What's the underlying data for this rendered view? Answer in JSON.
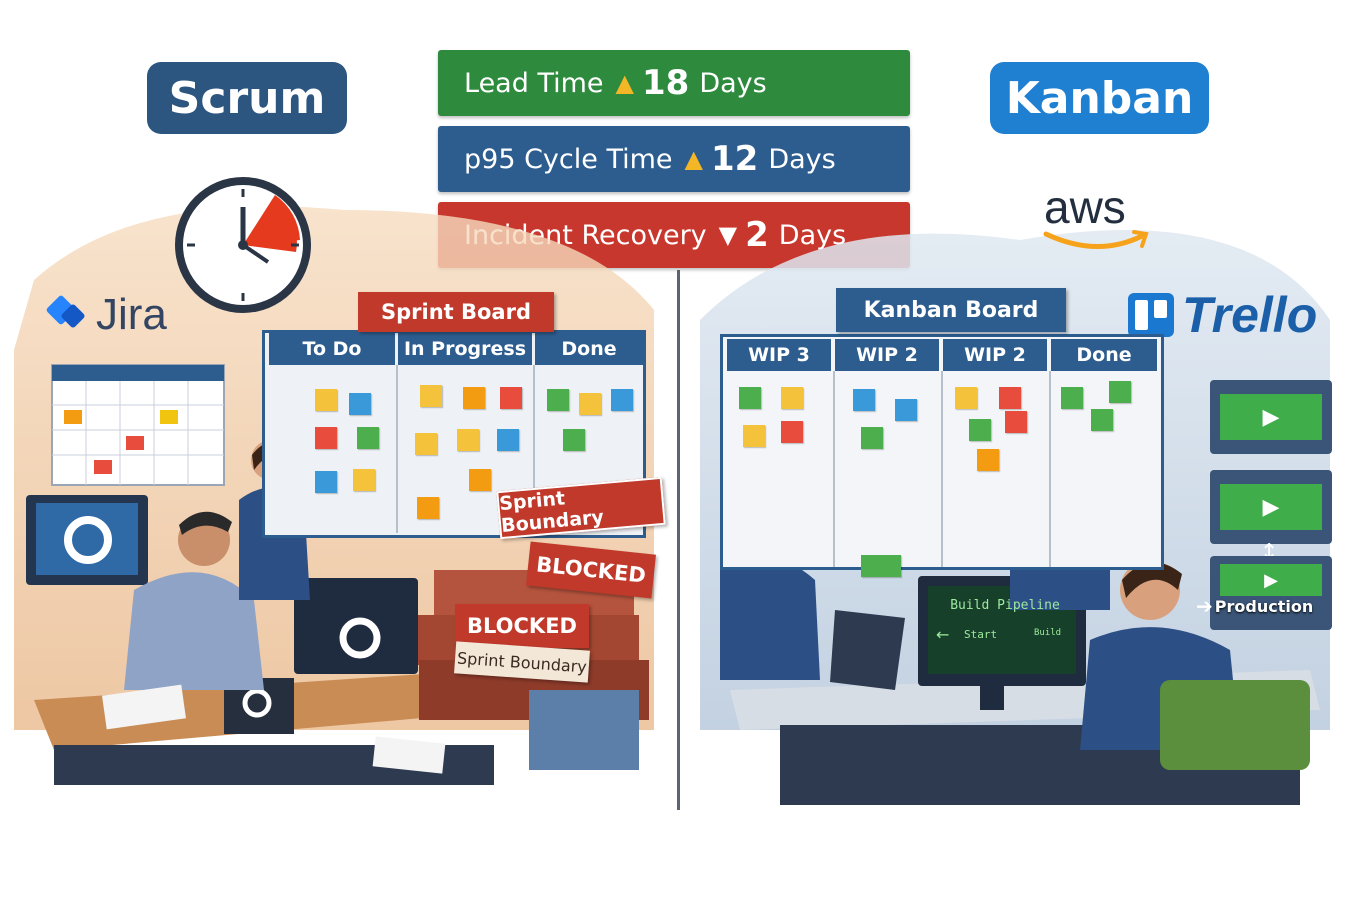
{
  "titles": {
    "scrum": "Scrum",
    "kanban": "Kanban"
  },
  "metrics": [
    {
      "label": "Lead Time",
      "arrow": "▲",
      "value": "18",
      "unit": "Days",
      "color": "#2e8b3e",
      "arrow_color": "#f2b627"
    },
    {
      "label": "p95 Cycle Time",
      "arrow": "▲",
      "value": "12",
      "unit": "Days",
      "color": "#2d5d8f",
      "arrow_color": "#f2b627"
    },
    {
      "label": "Incident Recovery",
      "arrow": "▼",
      "value": "2",
      "unit": "Days",
      "color": "#c8372d",
      "arrow_color": "#ffffff"
    }
  ],
  "logos": {
    "jira": "Jira",
    "aws": "aws",
    "trello": "Trello"
  },
  "scrum_board": {
    "title": "Sprint Board",
    "columns": [
      "To Do",
      "In Progress",
      "Done"
    ]
  },
  "scrum_tags": {
    "sprint_boundary": "Sprint Boundary",
    "blocked_1": "BLOCKED",
    "blocked_2": "BLOCKED",
    "sprint_boundary_2": "Sprint Boundary"
  },
  "kanban_board": {
    "title": "Kanban Board",
    "columns": [
      "WIP 3",
      "WIP 2",
      "WIP 2",
      "Done"
    ]
  },
  "pipeline": {
    "screen_title": "Build Pipeline",
    "screen_start": "Start",
    "screen_build": "Build",
    "production": "Production"
  },
  "colors": {
    "scrum_badge": "#2c5580",
    "kanban_badge": "#1f7fd1",
    "board_header": "#2d5d8f",
    "sprint_red": "#c0392b",
    "pipeline_green": "#3fae4a"
  },
  "icons": [
    "clock-icon",
    "jira-icon",
    "aws-smile-icon",
    "trello-icon",
    "play-icon",
    "arrow-right-icon"
  ]
}
